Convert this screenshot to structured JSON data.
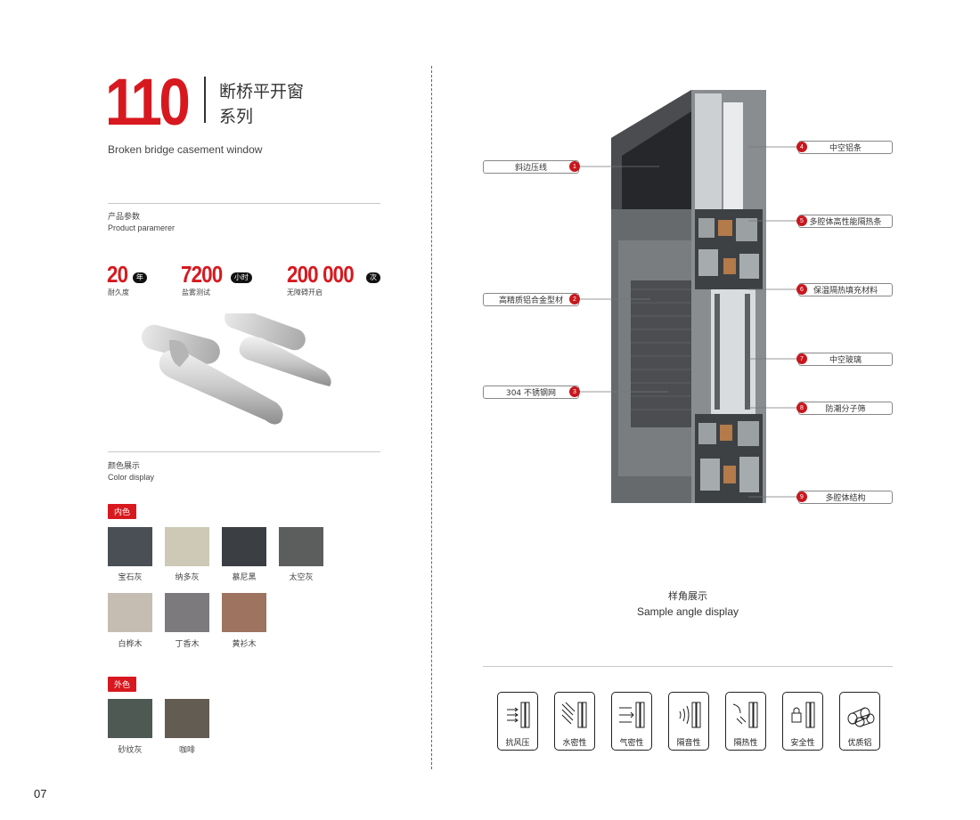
{
  "header": {
    "series_number": "110",
    "title_line1": "断桥平开窗",
    "title_line2": "系列",
    "subtitle_en": "Broken bridge casement window"
  },
  "params": {
    "heading_cn": "产品参数",
    "heading_en": "Product paramerer",
    "stats": [
      {
        "value": "20",
        "unit": "年",
        "label": "耐久度"
      },
      {
        "value": "7200",
        "unit": "小时",
        "label": "盐雾测试"
      },
      {
        "value": "200 000",
        "unit": "次",
        "label": "无障碍开启"
      }
    ]
  },
  "colors": {
    "heading_cn": "颜色展示",
    "heading_en": "Color display",
    "inner_tag": "内色",
    "outer_tag": "外色",
    "inner": [
      {
        "name": "宝石灰",
        "hex": "#4a4e55"
      },
      {
        "name": "纳多灰",
        "hex": "#cdc9b6"
      },
      {
        "name": "慕尼黑",
        "hex": "#3b3e43"
      },
      {
        "name": "太空灰",
        "hex": "#5c5d5d"
      },
      {
        "name": "白桦木",
        "hex": "#c5bdb2"
      },
      {
        "name": "丁香木",
        "hex": "#7c7a7c"
      },
      {
        "name": "黄衫木",
        "hex": "#9e7360"
      }
    ],
    "outer": [
      {
        "name": "砂纹灰",
        "hex": "#4e5953"
      },
      {
        "name": "咖啡",
        "hex": "#635c52"
      }
    ]
  },
  "callouts_left": [
    {
      "num": "1",
      "label": "斜边压线"
    },
    {
      "num": "2",
      "label": "高精质铝合金型材"
    },
    {
      "num": "3",
      "label": "304 不锈钢网"
    }
  ],
  "callouts_right": [
    {
      "num": "4",
      "label": "中空铝条"
    },
    {
      "num": "5",
      "label": "多腔体高性能隔热条"
    },
    {
      "num": "6",
      "label": "保温隔热填充材料"
    },
    {
      "num": "7",
      "label": "中空玻璃"
    },
    {
      "num": "8",
      "label": "防潮分子筛"
    },
    {
      "num": "9",
      "label": "多腔体结构"
    }
  ],
  "sample": {
    "caption_cn": "样角展示",
    "caption_en": "Sample angle display"
  },
  "features": [
    {
      "label": "抗风压",
      "icon": "wind-pressure-icon"
    },
    {
      "label": "水密性",
      "icon": "water-tightness-icon"
    },
    {
      "label": "气密性",
      "icon": "air-tightness-icon"
    },
    {
      "label": "隔音性",
      "icon": "sound-insulation-icon"
    },
    {
      "label": "隔热性",
      "icon": "heat-insulation-icon"
    },
    {
      "label": "安全性",
      "icon": "safety-lock-icon"
    },
    {
      "label": "优质铝",
      "icon": "aluminum-ingot-icon"
    }
  ],
  "page_number": "07",
  "brand_red": "#d7191f"
}
